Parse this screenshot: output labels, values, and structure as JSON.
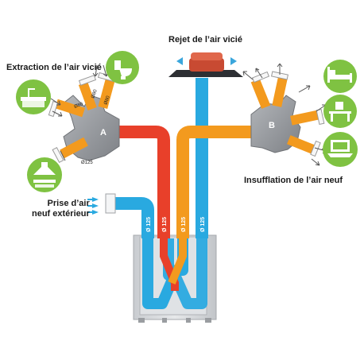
{
  "labels": {
    "extraction": "Extraction de l’air vicié",
    "rejet": "Rejet de l’air vicié",
    "insufflation": "Insufflation de l’air neuf",
    "prise_line1": "Prise d’air",
    "prise_line2": "neuf extérieur"
  },
  "boxes": {
    "a": "A",
    "b": "B"
  },
  "diameters": {
    "d80_top1": "Ø80",
    "d80_top2": "Ø80",
    "d80_left": "Ø80",
    "d125_bottom": "Ø125",
    "duct_1": "Ø 125",
    "duct_2": "Ø 125",
    "duct_3": "Ø 125",
    "duct_4": "Ø 125"
  },
  "icons": {
    "extraction": [
      "toilet-icon",
      "kitchen-sink-icon",
      "range-hood-icon"
    ],
    "insufflation": [
      "bedroom-bed-icon",
      "office-desk-icon",
      "laptop-icon"
    ]
  },
  "colors": {
    "cold_air": "#29a9e0",
    "stale_air": "#e8402a",
    "fresh_air": "#f39a1e",
    "icon_circle": "#7fc242",
    "duct_box": "#8a8d92",
    "roof_cap": "#d2543a"
  }
}
